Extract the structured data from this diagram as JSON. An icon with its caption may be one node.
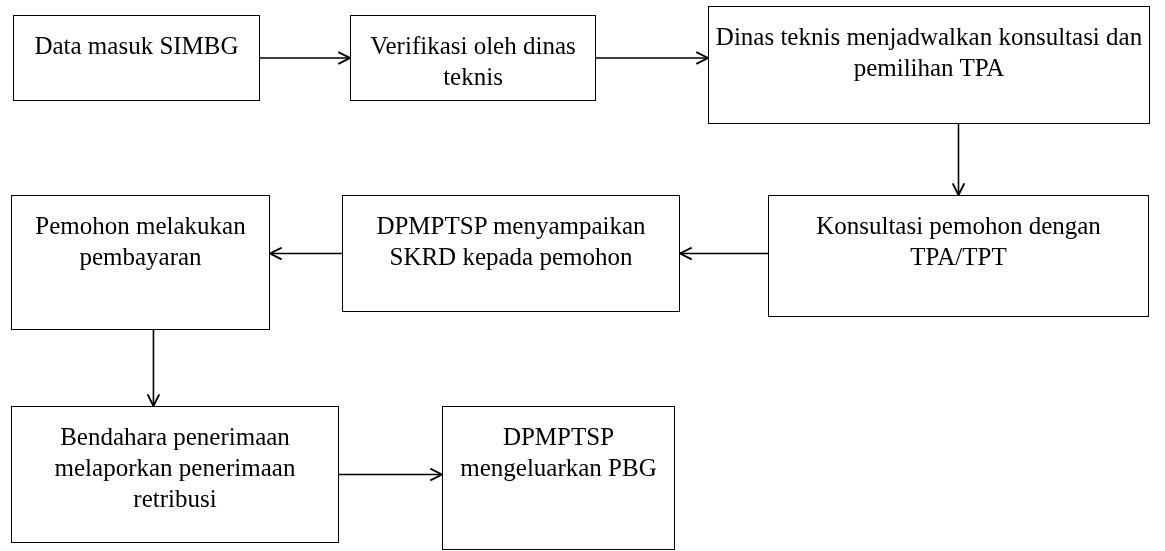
{
  "diagram": {
    "nodes": [
      {
        "text": [
          "Data masuk SIMBG"
        ]
      },
      {
        "text": [
          "Verifikasi oleh dinas teknis"
        ]
      },
      {
        "text": [
          "Dinas teknis menjadwalkan konsultasi dan pemilihan TPA"
        ]
      },
      {
        "text": [
          "Konsultasi pemohon dengan TPA/TPT"
        ]
      },
      {
        "text": [
          "DPMPTSP menyampaikan SKRD kepada pemohon"
        ]
      },
      {
        "text": [
          "Pemohon melakukan pembayaran"
        ]
      },
      {
        "text": [
          "Bendahara penerimaan melaporkan penerimaan retribusi"
        ]
      },
      {
        "text": [
          "DPMPTSP mengeluarkan PBG"
        ]
      }
    ],
    "edges": [
      {
        "from": 0,
        "to": 1,
        "arrow": "to"
      },
      {
        "from": 1,
        "to": 2,
        "arrow": "to"
      },
      {
        "from": 2,
        "to": 3,
        "arrow": "to"
      },
      {
        "from": 3,
        "to": 4,
        "arrow": "to"
      },
      {
        "from": 4,
        "to": 5,
        "arrow": "to"
      },
      {
        "from": 5,
        "to": 6,
        "arrow": "to"
      },
      {
        "from": 6,
        "to": 7,
        "arrow": "to"
      }
    ]
  }
}
